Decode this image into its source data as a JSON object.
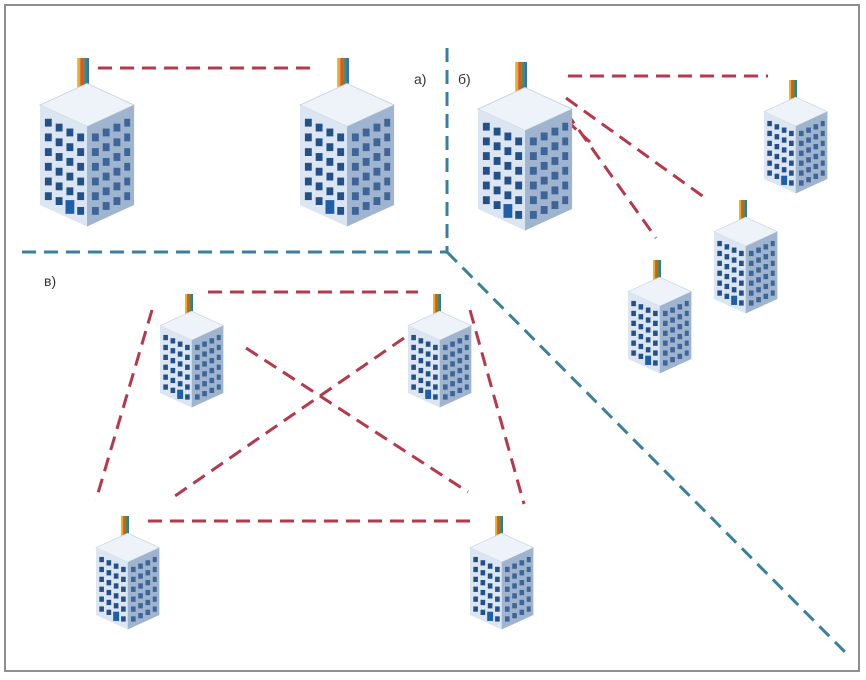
{
  "diagram": {
    "labels": {
      "a": "а)",
      "b": "б)",
      "v": "в)"
    },
    "colors": {
      "link_line": "#b5394a",
      "divider_line": "#3b7fa0",
      "building_front": "#dce6f2",
      "building_side": "#9fb5cf",
      "building_top": "#eef3f9",
      "window": "#24508a",
      "door": "#1f5fa8",
      "antenna_stripes": [
        "#e2b021",
        "#d9552c",
        "#3a9a4a",
        "#3a6fb0"
      ]
    },
    "icons": {
      "building": "office-building-with-antenna-icon"
    }
  }
}
